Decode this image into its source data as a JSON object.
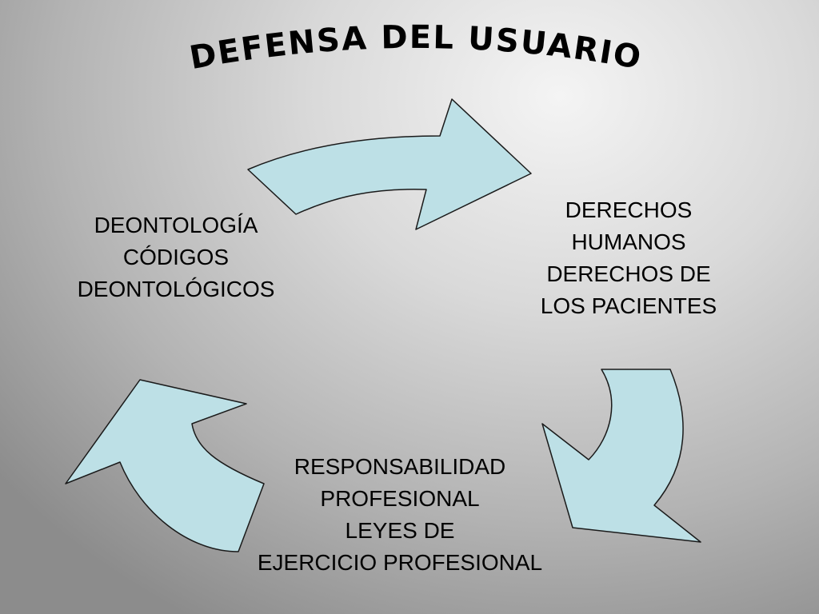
{
  "title": "DEFENSA DEL USUARIO",
  "nodes": {
    "left": [
      "DEONTOLOGÍA",
      "CÓDIGOS",
      "DEONTOLÓGICOS"
    ],
    "right": [
      "DERECHOS",
      "HUMANOS",
      "DERECHOS DE",
      "LOS PACIENTES"
    ],
    "bottom": [
      "RESPONSABILIDAD",
      "PROFESIONAL",
      "LEYES DE",
      "EJERCICIO PROFESIONAL"
    ]
  },
  "colors": {
    "arrow_fill": "#bde0e6",
    "arrow_stroke": "#1a1a1a",
    "text": "#000000"
  }
}
